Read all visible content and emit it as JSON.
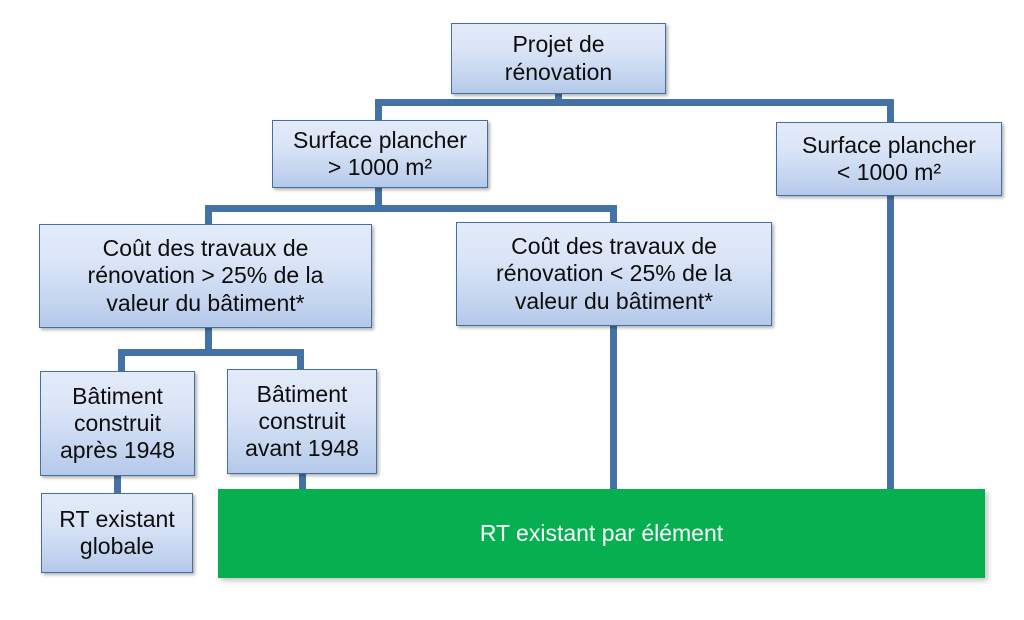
{
  "diagram": {
    "title": "Arbre de decision renovation - reglementation thermique",
    "type": "flowchart",
    "colors": {
      "box_border": "#41719c",
      "box_fill_top": "#e3ebf9",
      "box_fill_bottom": "#b4c8e9",
      "connector": "#4472a4",
      "terminal_green": "#06b050",
      "text": "#0d0d0d",
      "terminal_text": "#ffffff",
      "background": "#ffffff"
    },
    "nodes": [
      {
        "id": "root",
        "label": "Projet de\nrénovation"
      },
      {
        "id": "sp_gt",
        "label": "Surface plancher\n> 1000 m²"
      },
      {
        "id": "sp_lt",
        "label": "Surface plancher\n< 1000 m²"
      },
      {
        "id": "cost_gt",
        "label": "Coût des travaux de\nrénovation > 25% de la\nvaleur du bâtiment*"
      },
      {
        "id": "cost_lt",
        "label": "Coût des travaux de\nrénovation < 25% de la\nvaleur du bâtiment*"
      },
      {
        "id": "after",
        "label": "Bâtiment\nconstruit\naprès 1948"
      },
      {
        "id": "before",
        "label": "Bâtiment\nconstruit\navant 1948"
      },
      {
        "id": "rt_glob",
        "label": "RT existant\nglobale"
      },
      {
        "id": "rt_elem",
        "label": "RT existant par élément"
      }
    ],
    "edges": [
      {
        "from": "root",
        "to": "sp_gt"
      },
      {
        "from": "root",
        "to": "sp_lt"
      },
      {
        "from": "sp_gt",
        "to": "cost_gt"
      },
      {
        "from": "sp_gt",
        "to": "cost_lt"
      },
      {
        "from": "cost_gt",
        "to": "after"
      },
      {
        "from": "cost_gt",
        "to": "before"
      },
      {
        "from": "after",
        "to": "rt_glob"
      },
      {
        "from": "before",
        "to": "rt_elem"
      },
      {
        "from": "cost_lt",
        "to": "rt_elem"
      },
      {
        "from": "sp_lt",
        "to": "rt_elem"
      }
    ]
  }
}
